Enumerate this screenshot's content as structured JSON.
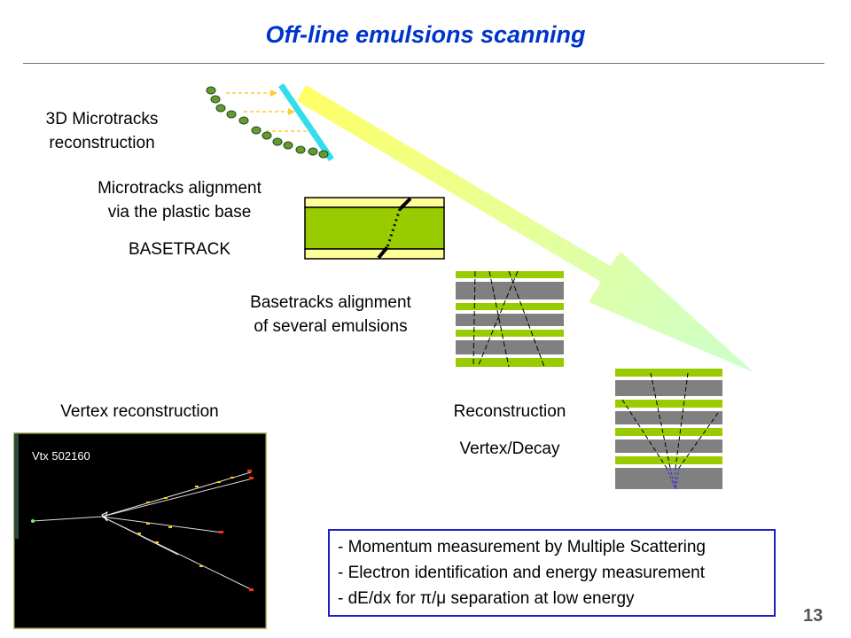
{
  "slide": {
    "title": "Off-line emulsions scanning",
    "page_number": "13"
  },
  "steps": {
    "microtracks": [
      "3D Microtracks",
      "reconstruction"
    ],
    "alignment": [
      "Microtracks alignment",
      "via the plastic base"
    ],
    "basetrack": "BASETRACK",
    "basetracks_alignment": [
      "Basetracks alignment",
      "of several emulsions"
    ],
    "vertex_reconstruction": "Vertex reconstruction",
    "reconstruction": "Reconstruction",
    "vertex_decay": "Vertex/Decay"
  },
  "vertex_display": {
    "label": "Vtx 502160"
  },
  "bullets": [
    "- Momentum measurement by Multiple Scattering",
    "- Electron identification and energy measurement",
    "- dE/dx for π/μ separation at low energy"
  ],
  "colors": {
    "title": "#0033cc",
    "emulsion_green": "#99cc00",
    "plastic_yellow": "#ffff99",
    "base_gray": "#808080",
    "microtrack_line": "#33ddee",
    "arrow_start": "#ffff66",
    "arrow_end": "#ccffcc",
    "bullet_border": "#1f1fc8"
  }
}
